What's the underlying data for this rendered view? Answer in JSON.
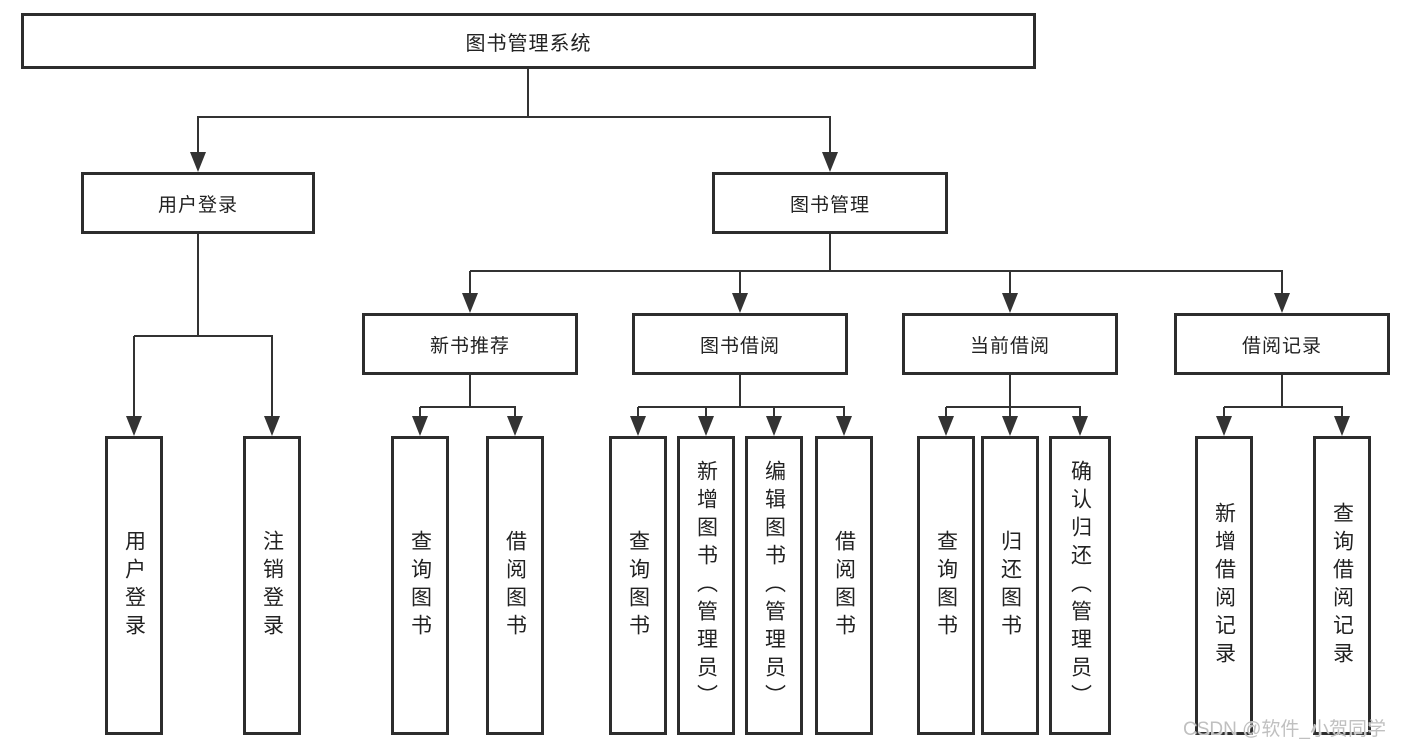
{
  "tree": {
    "root": {
      "label": "图书管理系统",
      "children": [
        {
          "label": "用户登录",
          "children": [
            {
              "label": "用户登录"
            },
            {
              "label": "注销登录"
            }
          ]
        },
        {
          "label": "图书管理",
          "children": [
            {
              "label": "新书推荐",
              "children": [
                {
                  "label": "查询图书"
                },
                {
                  "label": "借阅图书"
                }
              ]
            },
            {
              "label": "图书借阅",
              "children": [
                {
                  "label": "查询图书"
                },
                {
                  "label": "新增图书（管理员）"
                },
                {
                  "label": "编辑图书（管理员）"
                },
                {
                  "label": "借阅图书"
                }
              ]
            },
            {
              "label": "当前借阅",
              "children": [
                {
                  "label": "查询图书"
                },
                {
                  "label": "归还图书"
                },
                {
                  "label": "确认归还（管理员）"
                }
              ]
            },
            {
              "label": "借阅记录",
              "children": [
                {
                  "label": "新增借阅记录"
                },
                {
                  "label": "查询借阅记录"
                }
              ]
            }
          ]
        }
      ]
    }
  },
  "watermark": {
    "text": "CSDN @软件_小贺同学"
  },
  "colors": {
    "line": "#333333",
    "box_border": "#2d2d2d",
    "text": "#222222",
    "watermark": "#c0c0c0",
    "background": "#ffffff"
  }
}
